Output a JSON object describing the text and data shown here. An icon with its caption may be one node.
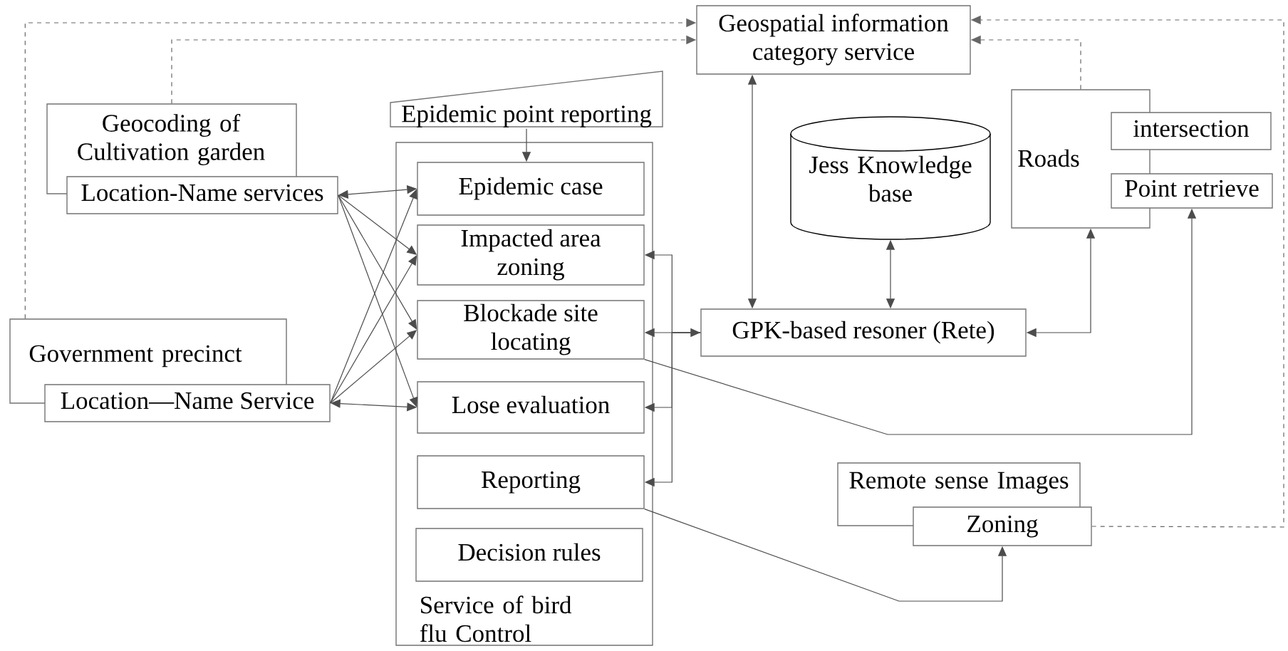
{
  "diagram": {
    "nodes": [
      {
        "text": [
          "Geospatial information category service"
        ]
      },
      {
        "text": [
          "Epidemic point reporting"
        ]
      },
      {
        "text": [
          "Geocoding of Cultivation garden"
        ]
      },
      {
        "text": [
          "Location-Name services"
        ]
      },
      {
        "text": [
          "Service of bird flu Control"
        ]
      },
      {
        "text": [
          "Epidemic case"
        ],
        "in": 4
      },
      {
        "text": [
          "Impacted area zoning"
        ],
        "in": 4
      },
      {
        "text": [
          "Blockade site locating"
        ],
        "in": 4
      },
      {
        "text": [
          "Lose evaluation"
        ],
        "in": 4
      },
      {
        "text": [
          "Reporting"
        ],
        "in": 4
      },
      {
        "text": [
          "Decision rules"
        ],
        "in": 4
      },
      {
        "text": [
          "Government precinct"
        ]
      },
      {
        "text": [
          "Location—Name Service"
        ]
      },
      {
        "text": [
          "Jess Knowledge base"
        ]
      },
      {
        "text": [
          "GPK-based resoner (Rete)"
        ]
      },
      {
        "text": [
          "Roads"
        ]
      },
      {
        "text": [
          "intersection"
        ]
      },
      {
        "text": [
          "Point retrieve"
        ]
      },
      {
        "text": [
          "Remote sense Images"
        ]
      },
      {
        "text": [
          "Zoning"
        ]
      }
    ],
    "edges": [
      {
        "from": 2,
        "to": 0,
        "arrow": "to",
        "style": "dashed"
      },
      {
        "from": 11,
        "to": 0,
        "arrow": "to",
        "style": "dashed"
      },
      {
        "from": 19,
        "to": 0,
        "arrow": "to",
        "style": "dashed"
      },
      {
        "from": 15,
        "to": 0,
        "arrow": "to",
        "style": "dashed"
      },
      {
        "from": 1,
        "to": 5,
        "arrow": "to"
      },
      {
        "from": 3,
        "to": 5,
        "arrow": "both"
      },
      {
        "from": 3,
        "to": 6,
        "arrow": "to"
      },
      {
        "from": 3,
        "to": 7,
        "arrow": "to"
      },
      {
        "from": 3,
        "to": 8,
        "arrow": "to"
      },
      {
        "from": 12,
        "to": 5,
        "arrow": "to"
      },
      {
        "from": 12,
        "to": 6,
        "arrow": "to"
      },
      {
        "from": 12,
        "to": 7,
        "arrow": "to"
      },
      {
        "from": 12,
        "to": 8,
        "arrow": "both"
      },
      {
        "from": 0,
        "to": 14,
        "arrow": "both"
      },
      {
        "from": 13,
        "to": 14,
        "arrow": "both"
      },
      {
        "from": 14,
        "to": 15,
        "arrow": "both"
      },
      {
        "from": 14,
        "to": 7,
        "arrow": "both"
      },
      {
        "from": 14,
        "to": 6,
        "arrow": "to"
      },
      {
        "from": 14,
        "to": 8,
        "arrow": "to"
      },
      {
        "from": 14,
        "to": 9,
        "arrow": "to"
      },
      {
        "from": 7,
        "to": 17,
        "arrow": "to"
      },
      {
        "from": 9,
        "to": 19,
        "arrow": "to"
      }
    ]
  }
}
